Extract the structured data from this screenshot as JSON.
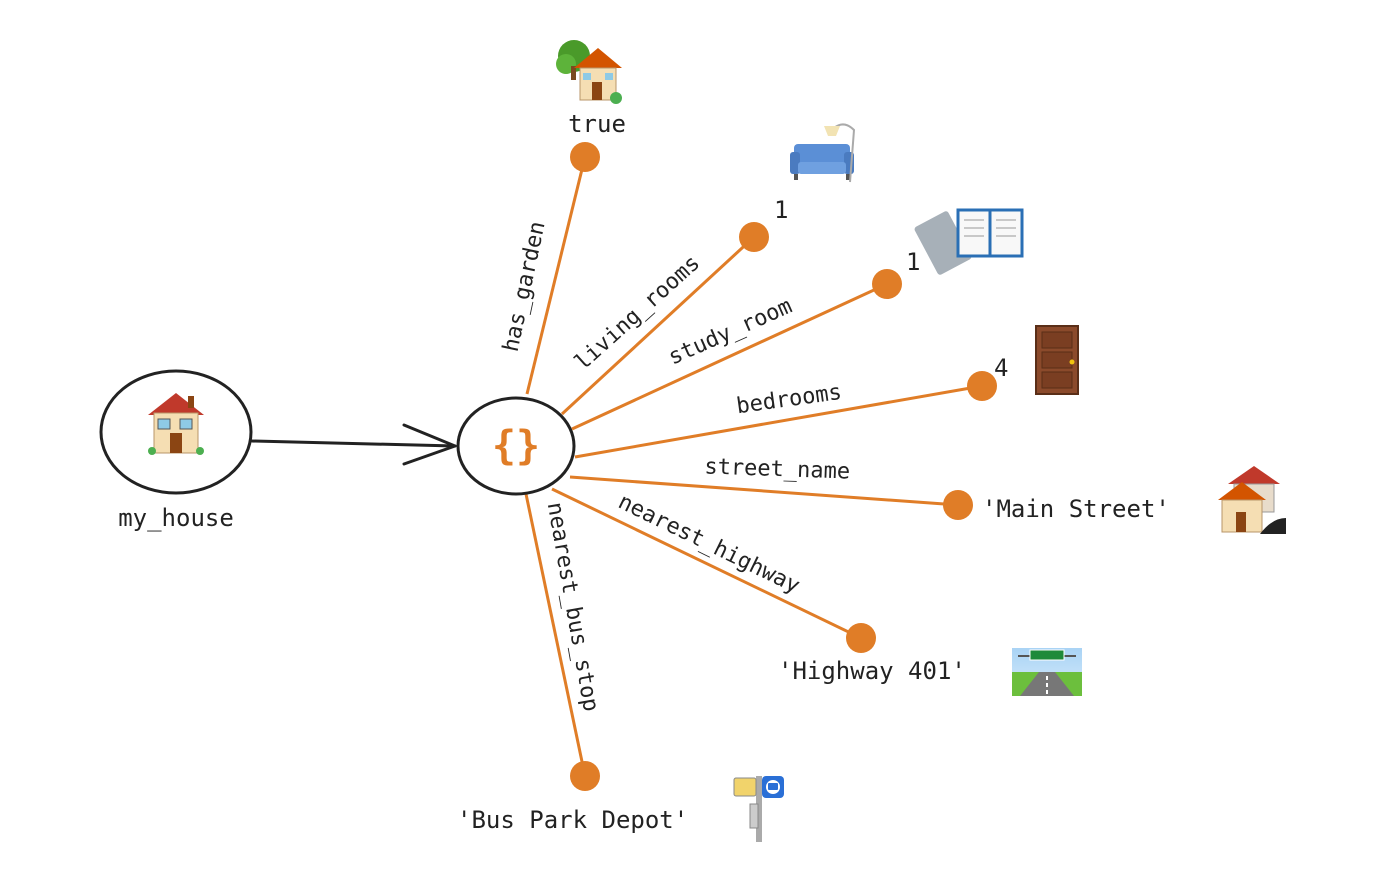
{
  "colors": {
    "edge": "#E07D27",
    "node_fill": "#E07D27",
    "outline": "#222222",
    "text": "#222222",
    "brace": "#E07D27"
  },
  "root": {
    "label": "my_house",
    "icon": "house-icon"
  },
  "object_node": {
    "symbol": "{}"
  },
  "properties": [
    {
      "key": "has_garden",
      "value": "true",
      "icon": "house-with-garden-icon"
    },
    {
      "key": "living_rooms",
      "value": "1",
      "icon": "couch-and-lamp-icon"
    },
    {
      "key": "study_room",
      "value": "1",
      "icon": "books-icon"
    },
    {
      "key": "bedrooms",
      "value": "4",
      "icon": "door-icon"
    },
    {
      "key": "street_name",
      "value": "'Main Street'",
      "icon": "houses-icon"
    },
    {
      "key": "nearest_highway",
      "value": "'Highway 401'",
      "icon": "motorway-icon"
    },
    {
      "key": "nearest_bus_stop",
      "value": "'Bus Park Depot'",
      "icon": "bus-stop-icon"
    }
  ]
}
